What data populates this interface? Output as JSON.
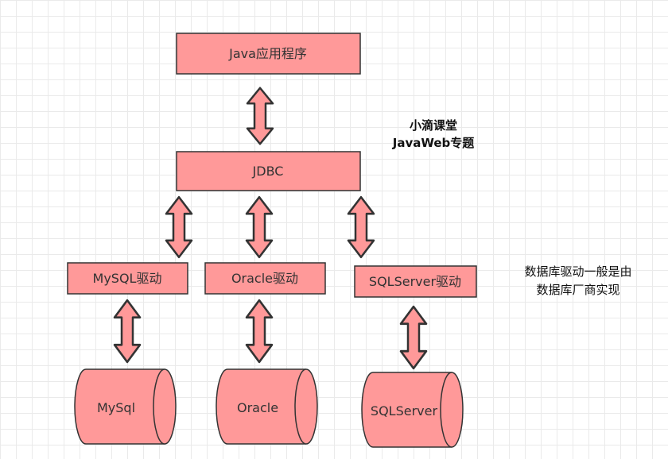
{
  "diagram": {
    "app": "Java应用程序",
    "jdbc": "JDBC",
    "drivers": [
      "MySQL驱动",
      "Oracle驱动",
      "SQLServer驱动"
    ],
    "databases": [
      "MySql",
      "Oracle",
      "SQLServer"
    ],
    "branding": {
      "line1": "小滴课堂",
      "line2": "JavaWeb专题"
    },
    "note": {
      "line1": "数据库驱动一般是由",
      "line2": "数据库厂商实现"
    },
    "colors": {
      "fill": "#ff9999",
      "stroke": "#333333",
      "grid": "#eaeaea"
    }
  }
}
